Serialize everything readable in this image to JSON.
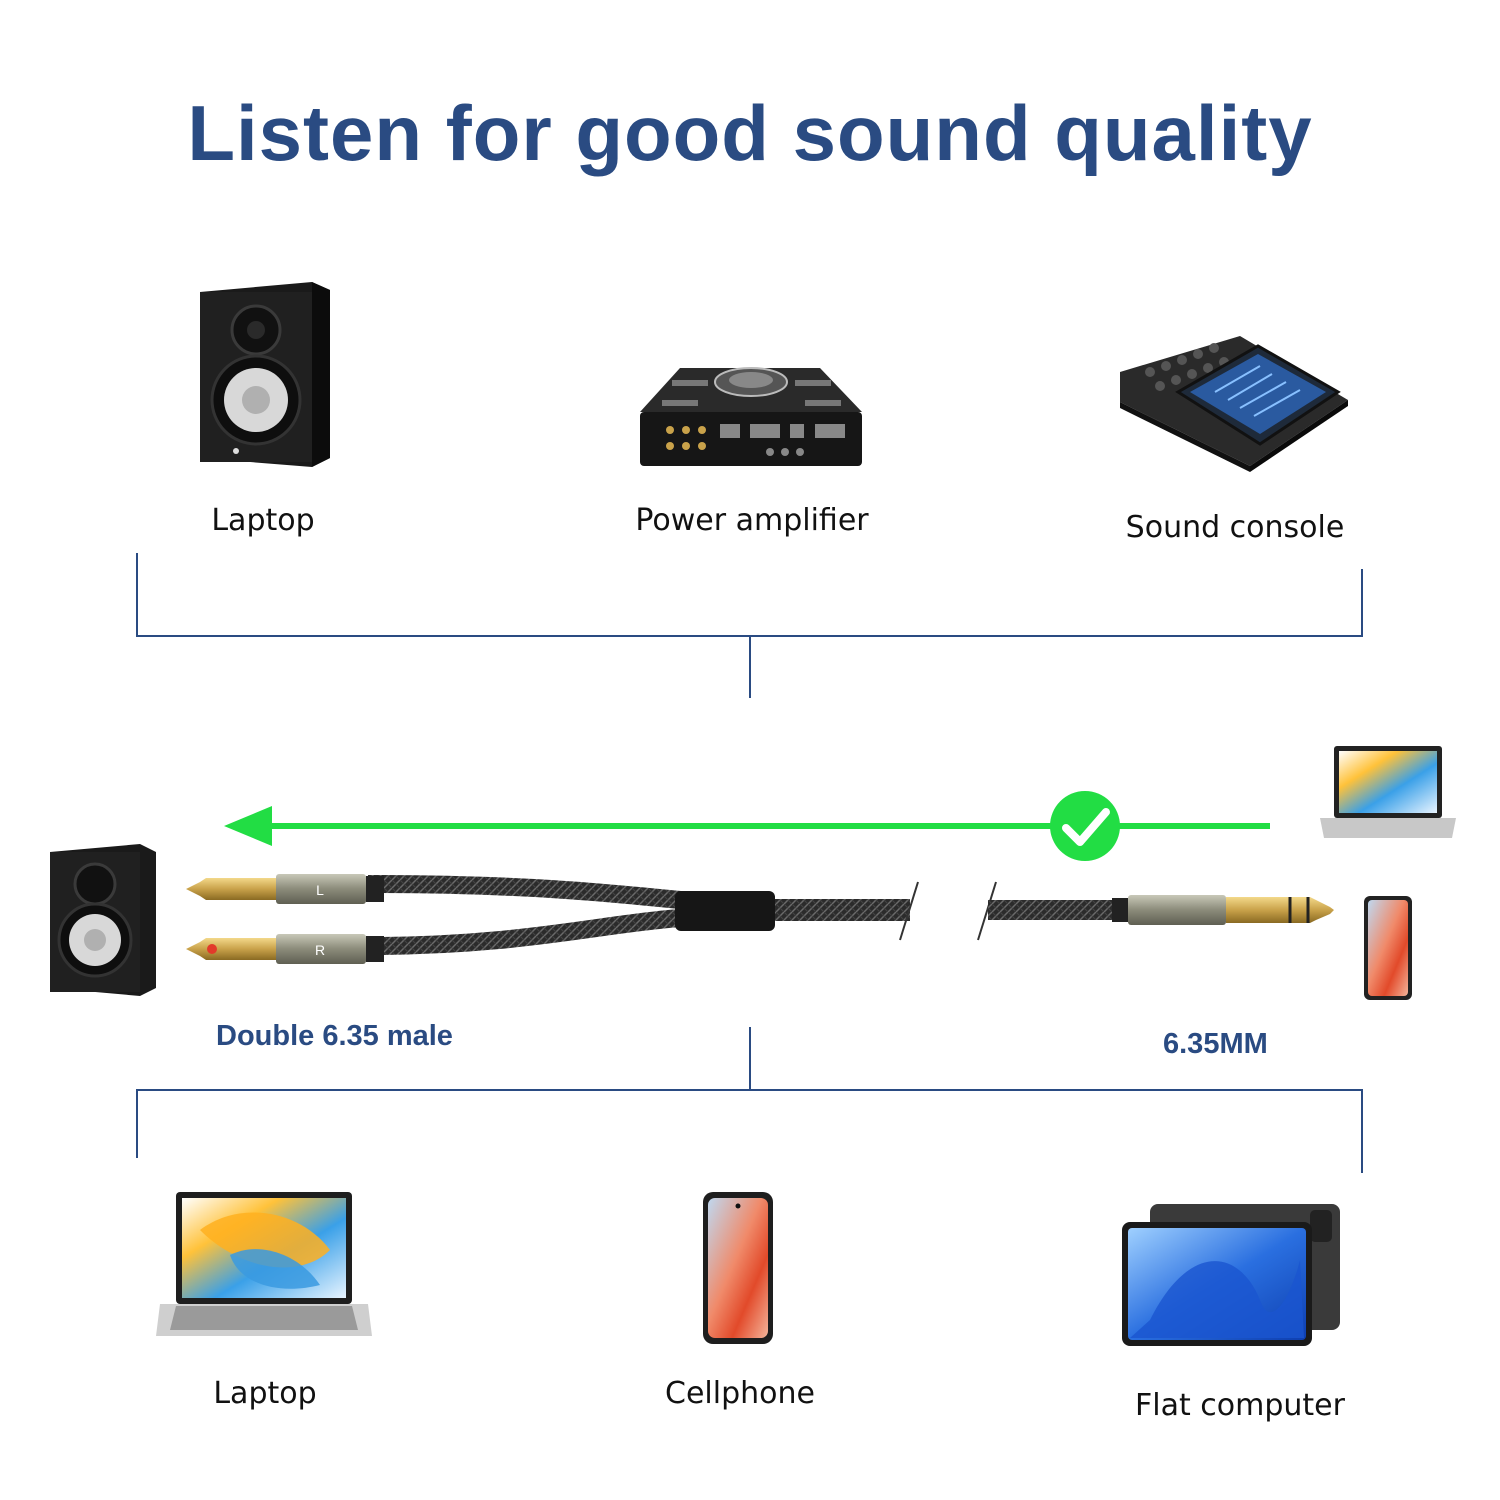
{
  "title": "Listen for good sound quality",
  "top_devices": [
    {
      "label": "Laptop",
      "icon": "studio-monitor-speaker-icon"
    },
    {
      "label": "Power amplifier",
      "icon": "power-amplifier-icon"
    },
    {
      "label": "Sound console",
      "icon": "digital-mixing-console-icon"
    }
  ],
  "bottom_devices": [
    {
      "label": "Laptop",
      "icon": "laptop-icon"
    },
    {
      "label": "Cellphone",
      "icon": "cellphone-icon"
    },
    {
      "label": "Flat computer",
      "icon": "tablet-icon"
    }
  ],
  "connectors": {
    "left_label": "Double 6.35 male",
    "right_label": "6.35MM",
    "plug_left_channel": "L",
    "plug_right_channel": "R"
  },
  "colors": {
    "title": "#2a4b82",
    "bracket_lines": "#2a4b82",
    "signal_arrow": "#22dd44",
    "plug_gold": "#c9a24a"
  }
}
